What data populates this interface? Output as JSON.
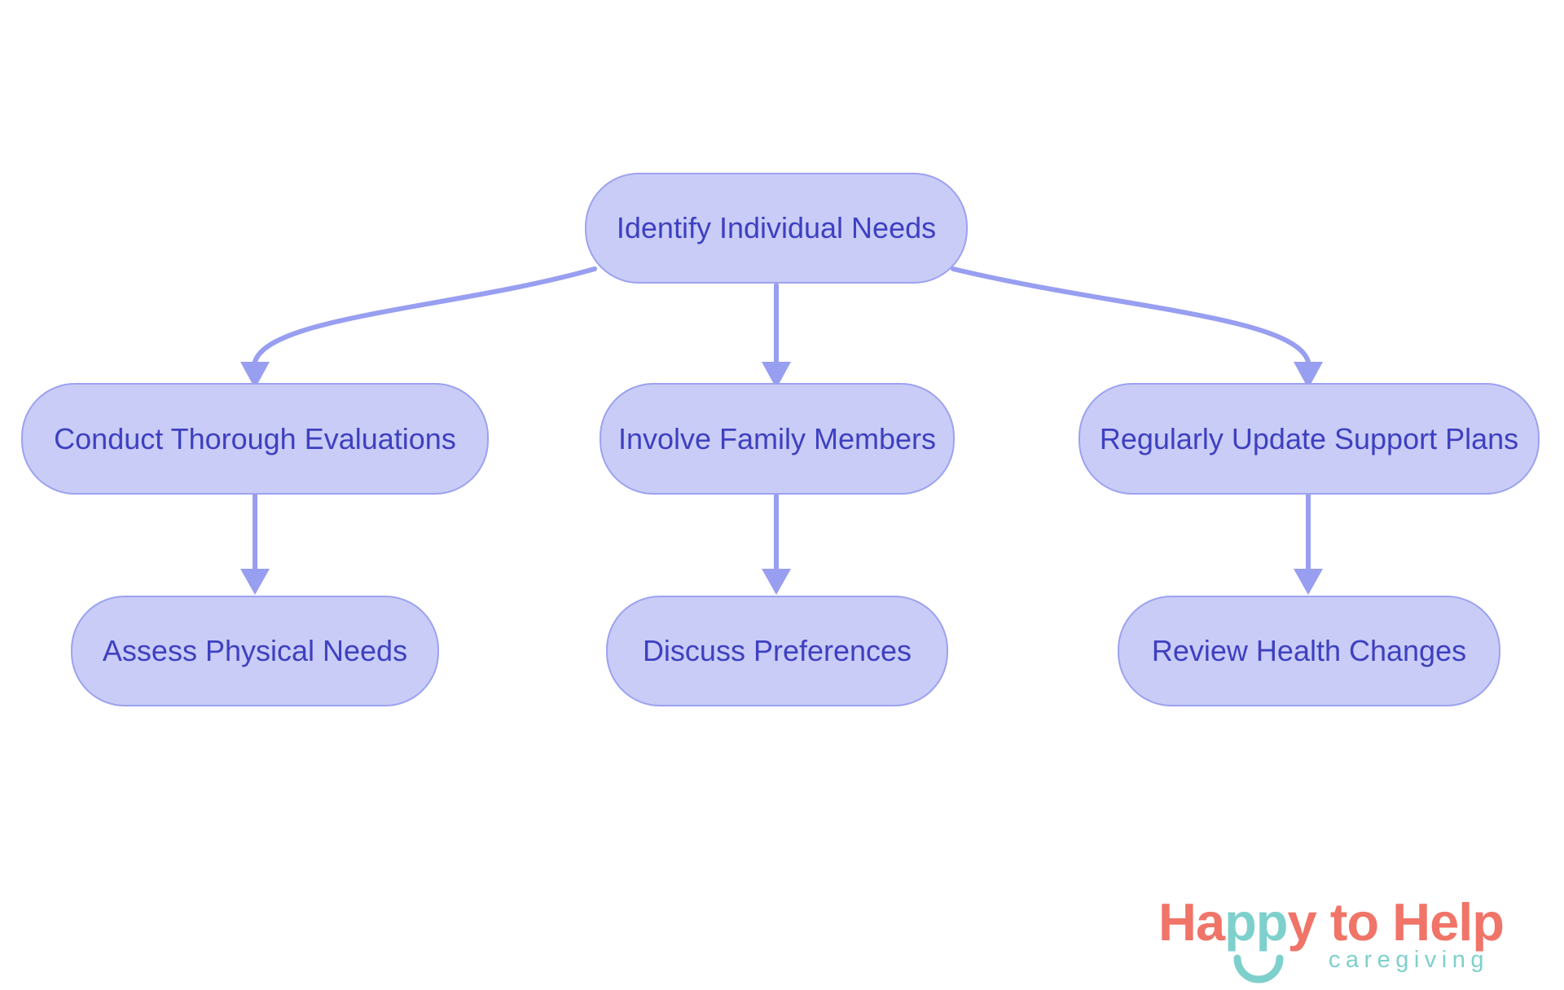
{
  "flowchart": {
    "nodes": [
      {
        "id": "root",
        "label": "Identify Individual Needs"
      },
      {
        "id": "evaluations",
        "label": "Conduct Thorough Evaluations"
      },
      {
        "id": "family",
        "label": "Involve Family Members"
      },
      {
        "id": "plans",
        "label": "Regularly Update Support Plans"
      },
      {
        "id": "physical",
        "label": "Assess Physical Needs"
      },
      {
        "id": "preferences",
        "label": "Discuss Preferences"
      },
      {
        "id": "health",
        "label": "Review Health Changes"
      }
    ],
    "edges": [
      {
        "from": "Identify Individual Needs",
        "to": "Conduct Thorough Evaluations"
      },
      {
        "from": "Identify Individual Needs",
        "to": "Involve Family Members"
      },
      {
        "from": "Identify Individual Needs",
        "to": "Regularly Update Support Plans"
      },
      {
        "from": "Conduct Thorough Evaluations",
        "to": "Assess Physical Needs"
      },
      {
        "from": "Involve Family Members",
        "to": "Discuss Preferences"
      },
      {
        "from": "Regularly Update Support Plans",
        "to": "Review Health Changes"
      }
    ]
  },
  "logo": {
    "brand_part1": "Ha",
    "brand_part2": "pp",
    "brand_part3": "y to Help",
    "tagline": "caregiving"
  },
  "colors": {
    "background": "#FFFFFF",
    "node_fill": "#C9CCF6",
    "node_border": "#9CA2F0",
    "node_text": "#3E40C0",
    "arrow": "#989EF0",
    "logo_coral": "#F07468",
    "logo_teal": "#7ED0CC"
  }
}
